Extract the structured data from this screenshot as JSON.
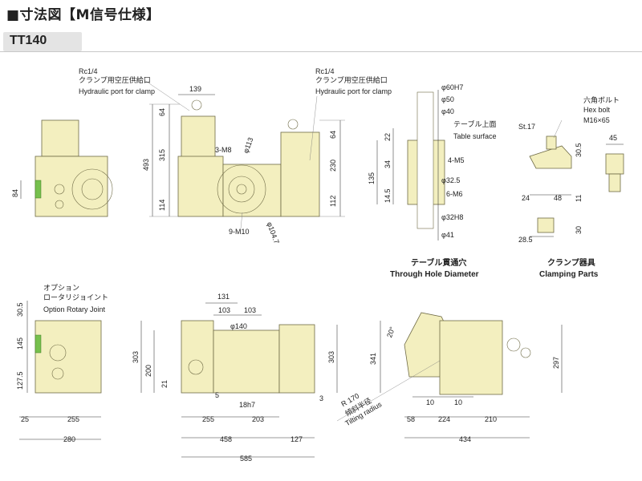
{
  "header": {
    "title": "■寸法図【M信号仕様】",
    "model": "TT140"
  },
  "colors": {
    "body_fill": "#f3efbf",
    "outline": "#6e6a45",
    "option_port": "#76c04d",
    "badge_bg": "#e4e4e4"
  },
  "annotations": {
    "port_code": "Rc1/4",
    "port_jp": "クランプ用空圧供給口",
    "port_en": "Hydraulic port for clamp",
    "port_code_2": "Rc1/4",
    "port_jp_2": "クランプ用空圧供給口",
    "port_en_2": "Hydraulic port for clamp",
    "table_surface_jp": "テーブル上面",
    "table_surface_en": "Table surface",
    "hex_bolt_jp": "六角ボルト",
    "hex_bolt_en": "Hex bolt",
    "hex_bolt_size": "M16×65",
    "option_jp_1": "オプション",
    "option_jp_2": "ロータリジョイント",
    "option_en": "Option Rotary Joint",
    "tilting_r": "R 170",
    "tilting_jp": "傾斜半径",
    "tilting_en": "Tilting radius"
  },
  "captions": {
    "through_hole_jp": "テーブル貫通穴",
    "through_hole_en": "Through Hole Diameter",
    "clamp_jp": "クランプ器具",
    "clamp_en": "Clamping Parts"
  },
  "dims": {
    "d84": "84",
    "d139": "139",
    "d64": "64",
    "d493": "493",
    "d315": "315",
    "d114": "114",
    "d3m8": "3-M8",
    "d113": "φ113",
    "d9m10": "9-M10",
    "d1047": "φ104.7",
    "d64b": "64",
    "d230": "230",
    "d112": "112",
    "d60h7": "φ60H7",
    "d50": "φ50",
    "d40": "φ40",
    "d22": "22",
    "d135": "135",
    "d34": "34",
    "d145a": "14.5",
    "d4m5": "4-M5",
    "d325": "φ32.5",
    "d6m6": "6-M6",
    "d32h8": "φ32H8",
    "d41": "φ41",
    "dst17": "St.17",
    "d305a": "30.5",
    "d45": "45",
    "d24": "24",
    "d48": "48",
    "d11": "11",
    "d30": "30",
    "d285": "28.5",
    "d305b": "30.5",
    "d145b": "145",
    "d1275": "127.5",
    "d25": "25",
    "d255a": "255",
    "d280": "280",
    "d131": "131",
    "d103a": "103",
    "d103b": "103",
    "d140": "φ140",
    "d303": "303",
    "d200": "200",
    "d21": "21",
    "d5": "5",
    "d18h7": "18h7",
    "d255b": "255",
    "d203": "203",
    "d458": "458",
    "d127": "127",
    "d585": "585",
    "d303b": "303",
    "d3": "3",
    "d20": "20°",
    "d341": "341",
    "d297": "297",
    "d10a": "10",
    "d10b": "10",
    "d58": "58",
    "d224": "224",
    "d210": "210",
    "d434": "434"
  }
}
